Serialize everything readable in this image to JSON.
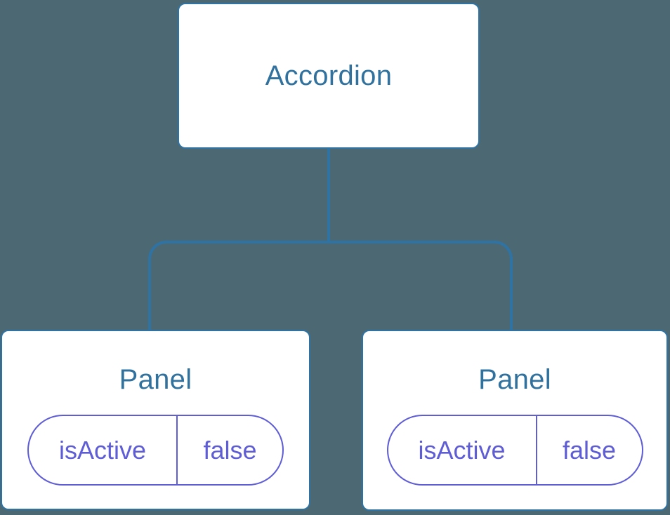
{
  "colors": {
    "background": "#4C6973",
    "steel": "#2E73A4",
    "node_text": "#30719E",
    "node_fill": "#ffffff",
    "state": "#5E5DD6"
  },
  "tree": {
    "root": {
      "label": "Accordion"
    },
    "children": [
      {
        "label": "Panel",
        "state": {
          "key": "isActive",
          "value": "false"
        }
      },
      {
        "label": "Panel",
        "state": {
          "key": "isActive",
          "value": "false"
        }
      }
    ]
  }
}
